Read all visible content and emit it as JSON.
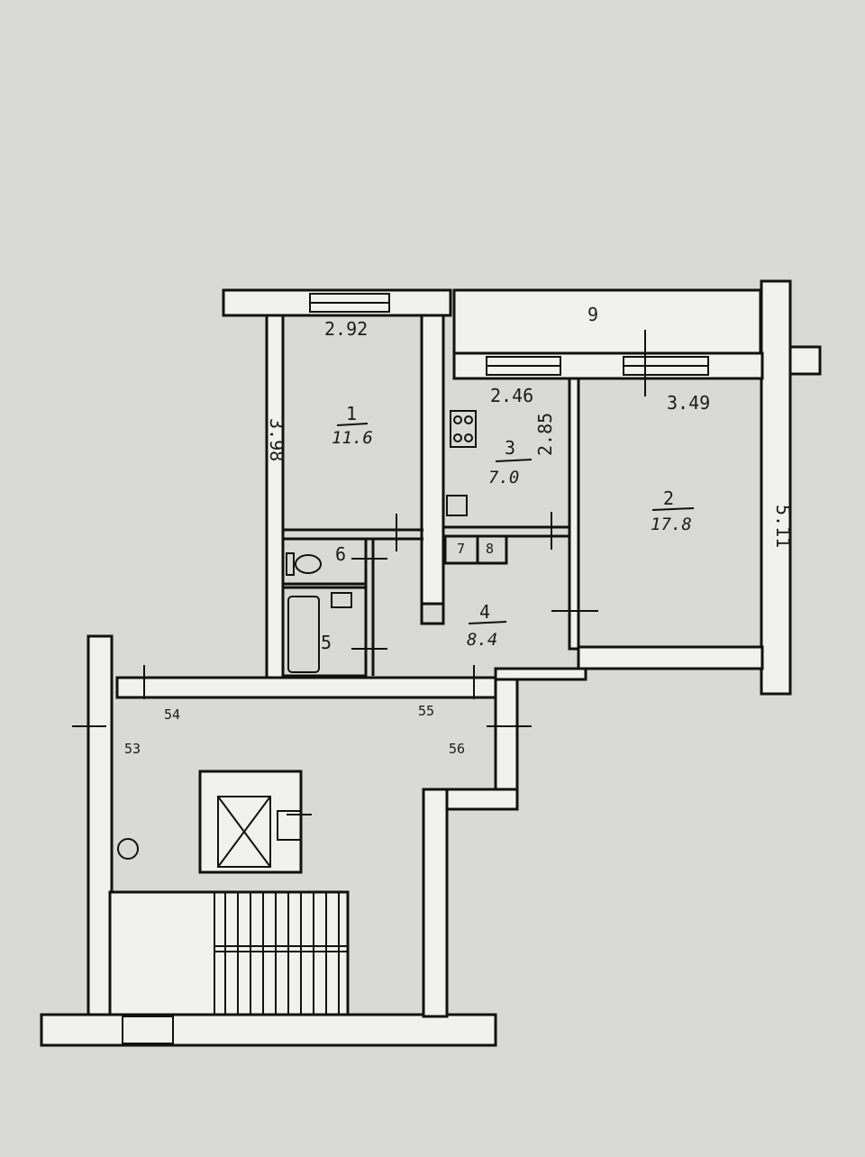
{
  "rooms": [
    {
      "number": "1",
      "area": "11.6",
      "width": "2.92",
      "length": "3.98"
    },
    {
      "number": "2",
      "area": "17.8",
      "width": "3.49",
      "length": "5.11"
    },
    {
      "number": "3",
      "area": "7.0",
      "width": "2.46",
      "length": "2.85"
    },
    {
      "number": "4",
      "area": "8.4"
    },
    {
      "number": "5"
    },
    {
      "number": "6"
    },
    {
      "number": "7"
    },
    {
      "number": "8"
    },
    {
      "number": "9"
    }
  ],
  "apartments": [
    "54",
    "53",
    "55",
    "56"
  ]
}
